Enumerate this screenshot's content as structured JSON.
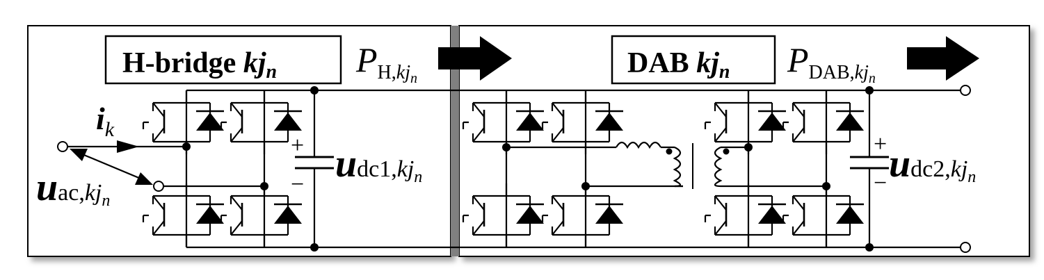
{
  "blocks": {
    "hbridge": {
      "title_main": "H-bridge ",
      "title_var": "kj",
      "title_sub": "n",
      "power_symbol": "P",
      "power_sub": "H,",
      "power_sub_var": "kj",
      "power_sub_n": "n"
    },
    "dab": {
      "title_main": "DAB ",
      "title_var": "kj",
      "title_sub": "n",
      "power_symbol": "P",
      "power_sub": "DAB,",
      "power_sub_var": "kj",
      "power_sub_n": "n"
    }
  },
  "labels": {
    "current": {
      "symbol": "i",
      "sub": "k"
    },
    "uac": {
      "symbol": "u",
      "sub": "ac,",
      "sub_var": "kj",
      "sub_n": "n"
    },
    "udc1": {
      "symbol": "u",
      "sub": "dc1,",
      "sub_var": "kj",
      "sub_n": "n",
      "plus": "+",
      "minus": "−"
    },
    "udc2": {
      "symbol": "u",
      "sub": "dc2,",
      "sub_var": "kj",
      "sub_n": "n",
      "plus": "+",
      "minus": "−"
    }
  },
  "colors": {
    "stroke": "#000000",
    "background": "#ffffff",
    "divider": "#808080",
    "shadow": "#9a9a9a"
  }
}
